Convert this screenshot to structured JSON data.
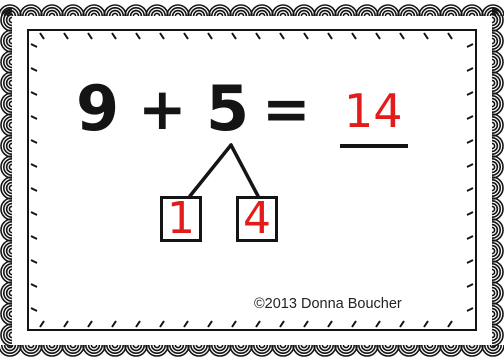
{
  "equation": {
    "addend1": "9",
    "plus": "+",
    "addend2": "5",
    "equals": "=",
    "answer": "14"
  },
  "split_boxes": [
    "1",
    "4"
  ],
  "copyright": "©2013 Donna Boucher",
  "colors": {
    "ink": "#141414",
    "answer_red": "#e31b1b",
    "background": "#ffffff"
  }
}
